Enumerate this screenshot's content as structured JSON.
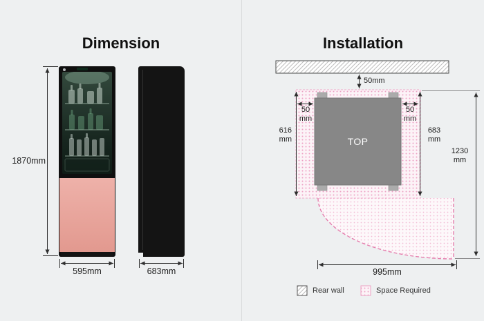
{
  "dimension_panel": {
    "title": "Dimension",
    "height": "1870mm",
    "width": "595mm",
    "depth": "683mm"
  },
  "installation_panel": {
    "title": "Installation",
    "top_view_label": "TOP",
    "rear_clearance": "50mm",
    "side_clearance_left": {
      "value": "50",
      "unit": "mm"
    },
    "side_clearance_right": {
      "value": "50",
      "unit": "mm"
    },
    "depth_without_door": {
      "value": "616",
      "unit": "mm"
    },
    "depth_with_door": {
      "value": "683",
      "unit": "mm"
    },
    "depth_door_open": {
      "value": "1230",
      "unit": "mm"
    },
    "width_door_open": "995mm",
    "legend": {
      "rear_wall": "Rear wall",
      "space_required": "Space Required"
    }
  },
  "colors": {
    "background": "#eef0f1",
    "lower_door_pink": "#e8a49c",
    "space_required_pink": "#eda2c4",
    "top_view_gray": "#878787"
  }
}
